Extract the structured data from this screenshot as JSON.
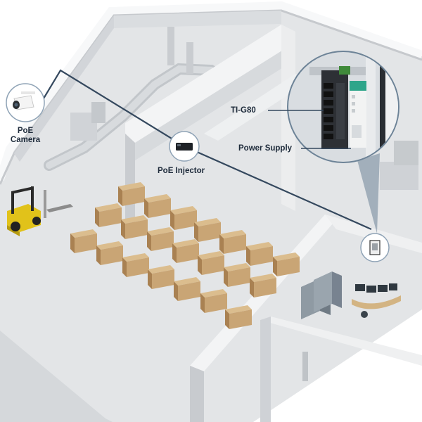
{
  "labels": {
    "poe_camera_line1": "PoE",
    "poe_camera_line2": "Camera",
    "poe_injector": "PoE Injector",
    "switch_model": "TI-G80",
    "power_supply": "Power Supply"
  },
  "colors": {
    "floor": "#e4e6e8",
    "wall_top": "#f4f5f6",
    "wall_side": "#cfd2d6",
    "cable": "#34485e",
    "box": "#c9a575",
    "forklift": "#e0c21c",
    "callout_ring": "#8fa3b6",
    "switch_body": "#2d3035",
    "port_led": "#3f8a3a"
  },
  "icons": [
    "camera-icon",
    "poe-injector-icon",
    "switch-icon",
    "wall-jack-icon",
    "forklift-icon",
    "server-rack-icon",
    "control-desk-icon"
  ]
}
